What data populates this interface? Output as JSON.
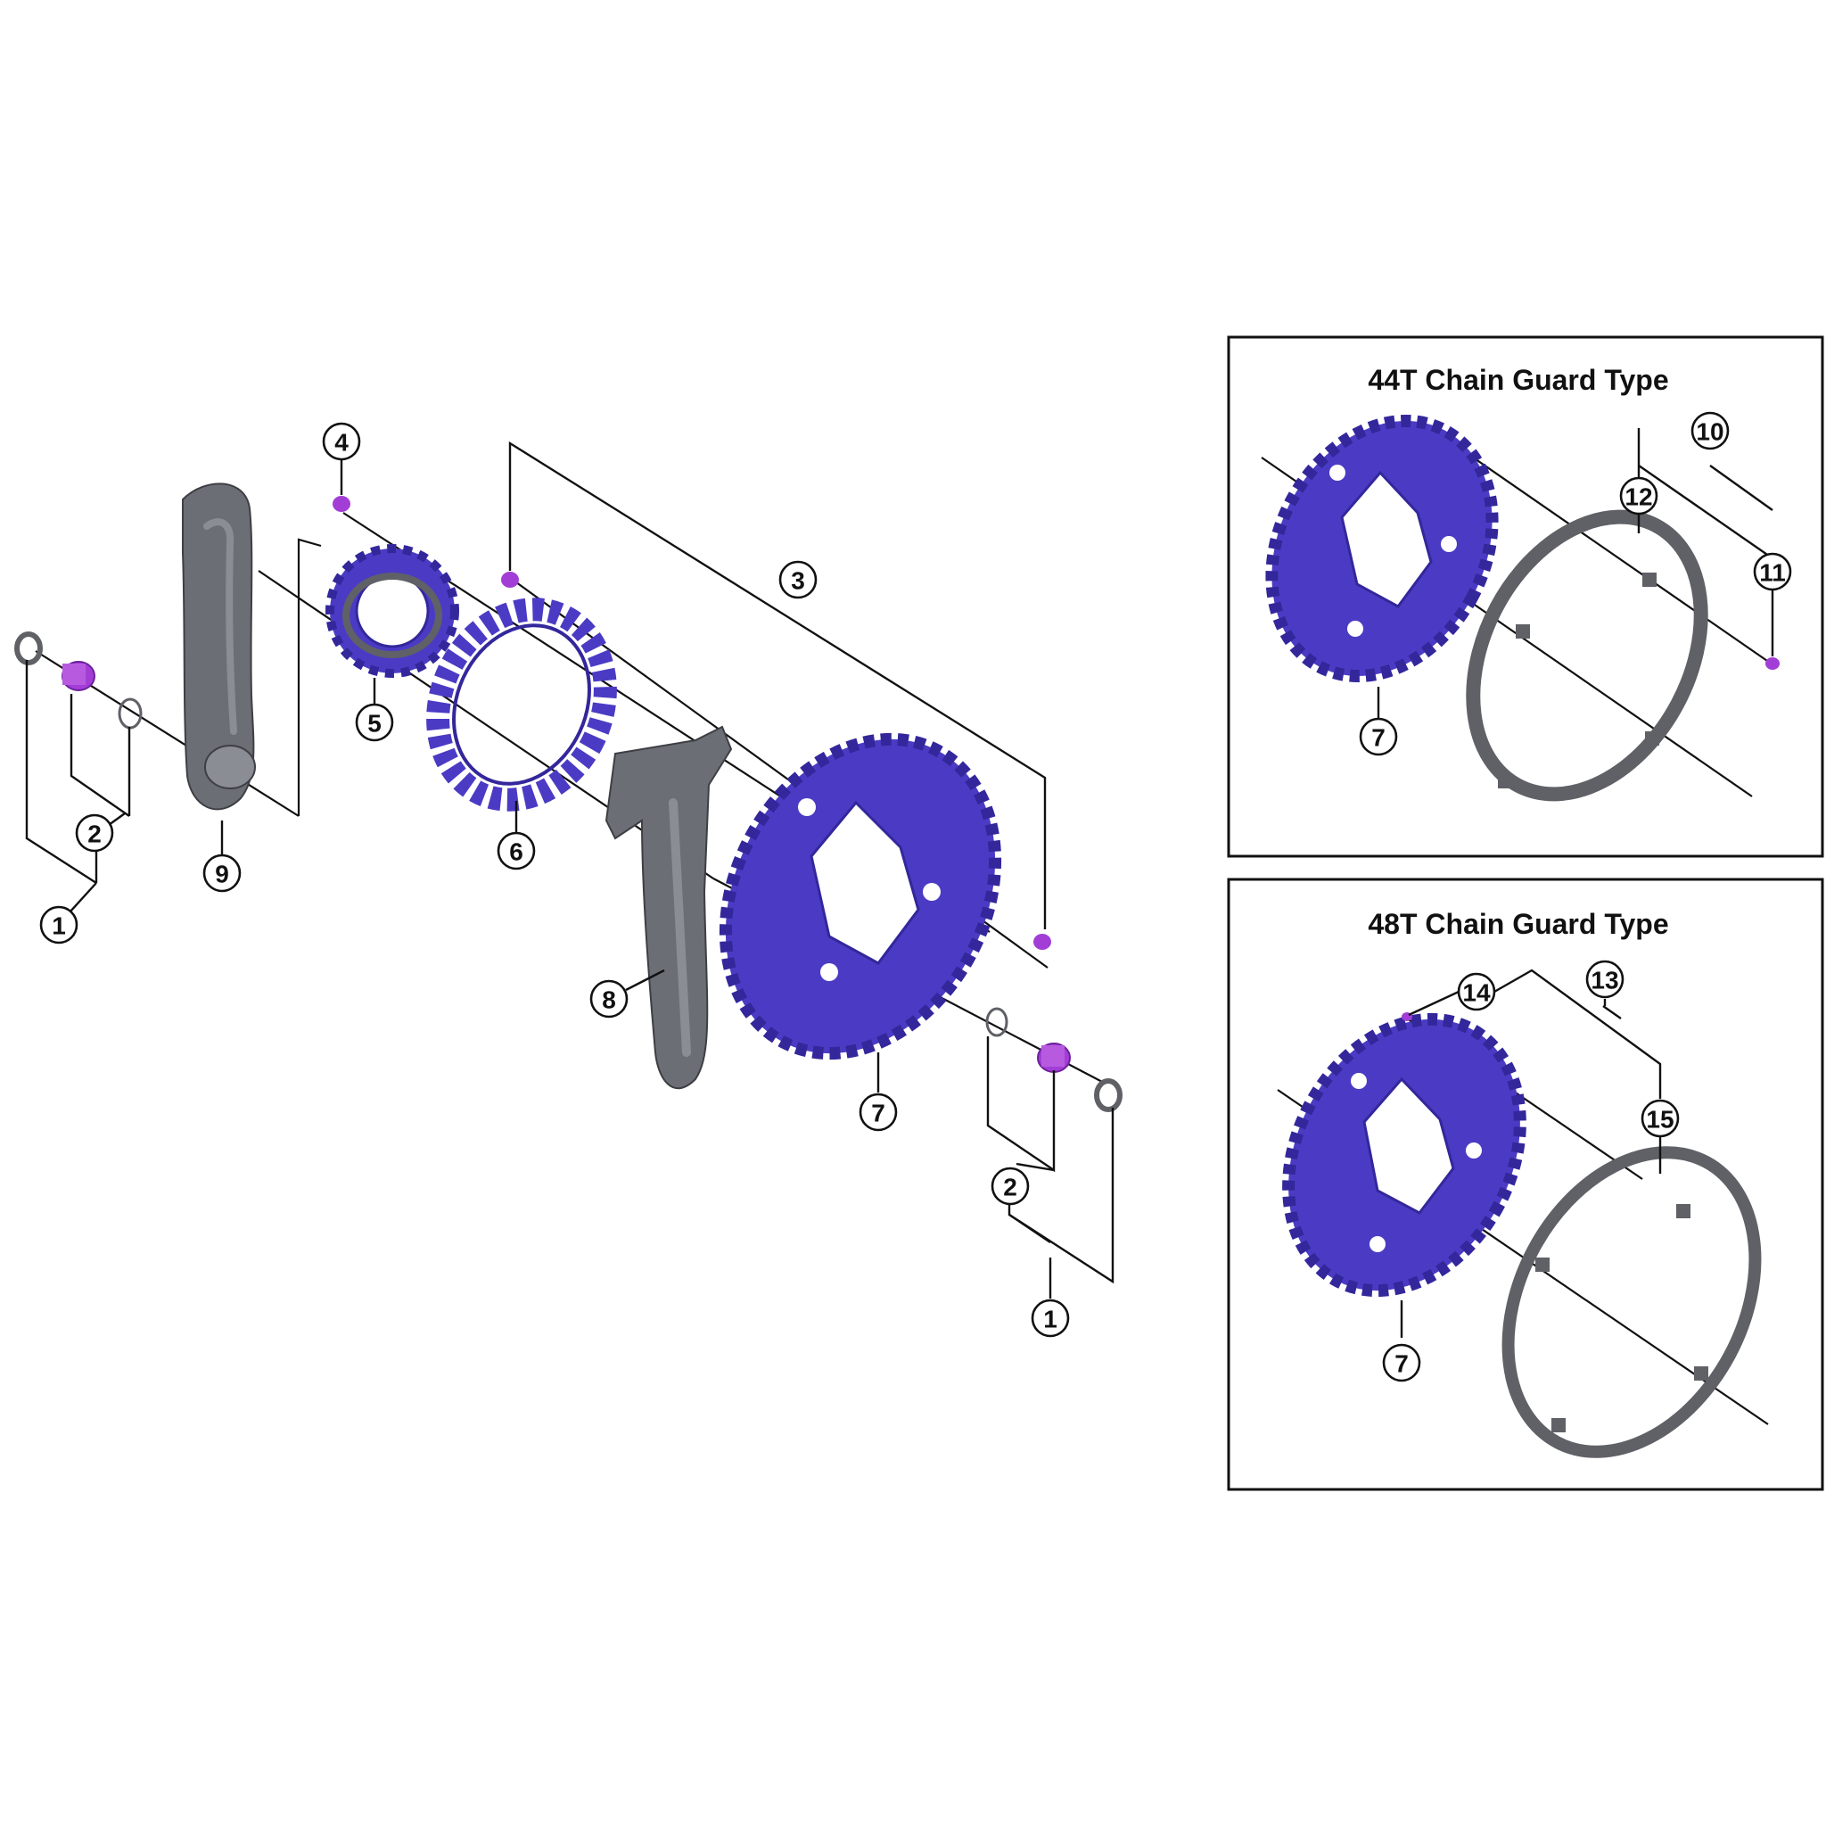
{
  "colors": {
    "chainring": "#4b3bc4",
    "chainring_dark": "#33279b",
    "bolt": "#a23ed6",
    "crank_arm": "#6b6e74",
    "crank_arm_light": "#8a8d93",
    "guard": "#5f6166",
    "outline": "#111111"
  },
  "main_callouts": {
    "c1_left": "1",
    "c2_left": "2",
    "c3": "3",
    "c4": "4",
    "c5": "5",
    "c6": "6",
    "c7": "7",
    "c8": "8",
    "c9": "9",
    "c2_right": "2",
    "c1_right": "1"
  },
  "box_44t": {
    "title": "44T Chain Guard Type",
    "c10": "10",
    "c11": "11",
    "c12": "12",
    "c7": "7"
  },
  "box_48t": {
    "title": "48T Chain Guard Type",
    "c13": "13",
    "c14": "14",
    "c15": "15",
    "c7": "7"
  }
}
